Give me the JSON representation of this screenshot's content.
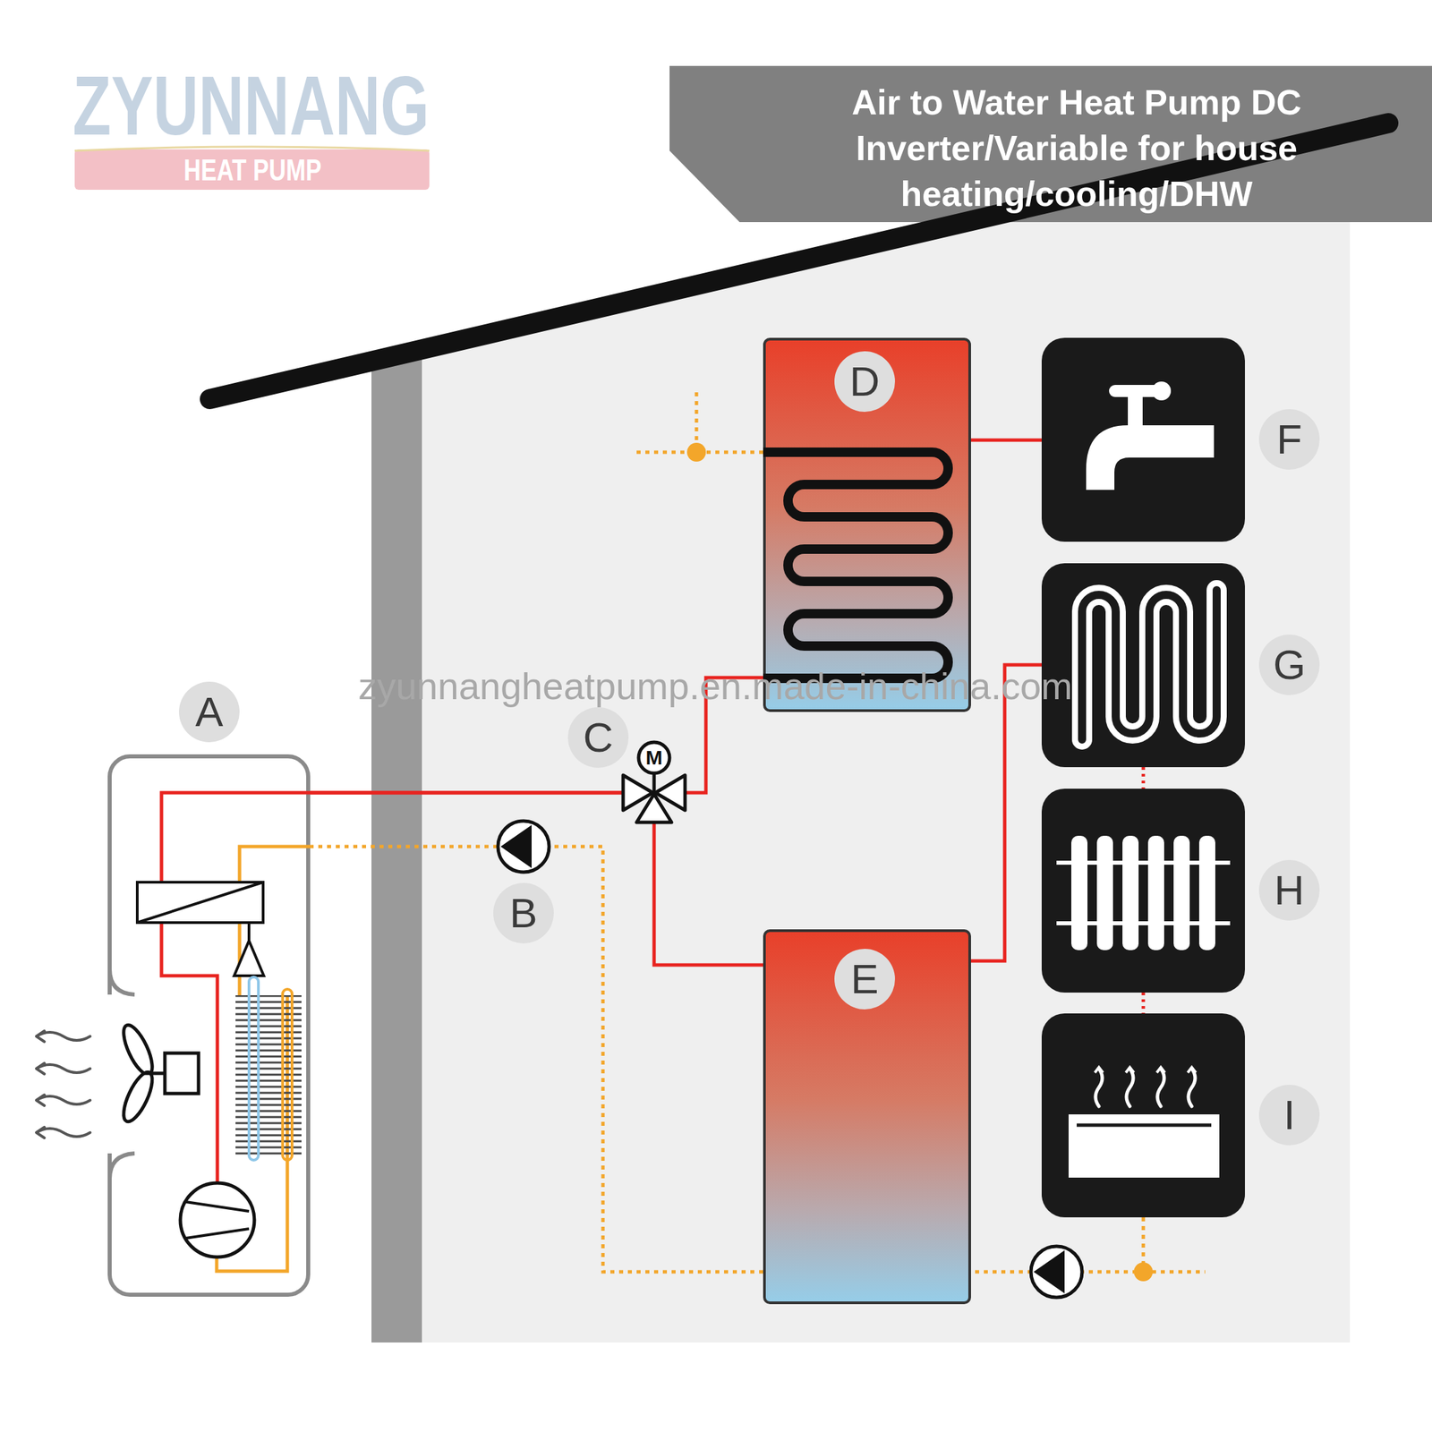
{
  "diagram": {
    "title": "Air to Water Heat Pump DC Inverter/Variable for house heating/cooling/DHW",
    "nodes": [
      {
        "text": [
          "A"
        ]
      },
      {
        "text": [
          "D"
        ]
      },
      {
        "text": [
          "E"
        ]
      },
      {
        "text": [
          "F"
        ]
      },
      {
        "text": [
          "G"
        ]
      },
      {
        "text": [
          "H"
        ]
      },
      {
        "text": [
          "I"
        ]
      }
    ],
    "edges": [
      {
        "from": 0,
        "to": 1,
        "arrow": "none"
      },
      {
        "from": 0,
        "to": 2,
        "arrow": "none"
      },
      {
        "from": 1,
        "to": 3,
        "arrow": "none"
      },
      {
        "from": 2,
        "to": 4,
        "arrow": "none"
      },
      {
        "from": 4,
        "to": 5,
        "arrow": "none"
      },
      {
        "from": 5,
        "to": 6,
        "arrow": "none"
      },
      {
        "from": 6,
        "to": 2,
        "arrow": "none"
      },
      {
        "from": 2,
        "to": 0,
        "arrow": "none"
      }
    ],
    "labels": [
      "ZYUNNANG",
      "HEAT PUMP",
      "B",
      "C",
      "zyunnangheatpump.en.made-in-china.com",
      "M"
    ]
  }
}
